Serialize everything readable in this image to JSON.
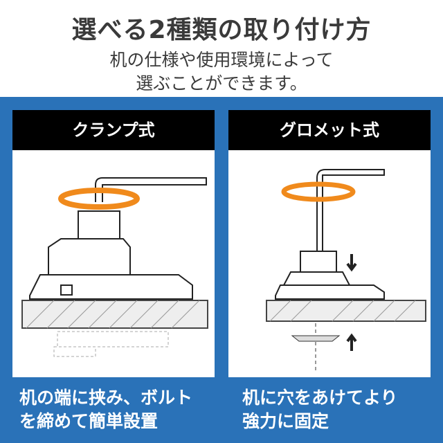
{
  "header": {
    "title": "選べる2種類の取り付け方",
    "subtitle_line1": "机の仕様や使用環境によって",
    "subtitle_line2": "選ぶことができます。"
  },
  "panels": [
    {
      "title": "クランプ式",
      "caption_line1": "机の端に挟み、ボルト",
      "caption_line2": "を締めて簡単設置"
    },
    {
      "title": "グロメット式",
      "caption_line1": "机に穴をあけてより",
      "caption_line2": "強力に固定"
    }
  ],
  "colors": {
    "background_blue": "#2a72b8",
    "header_black": "#000000",
    "arrow_orange": "#f08a1c"
  }
}
